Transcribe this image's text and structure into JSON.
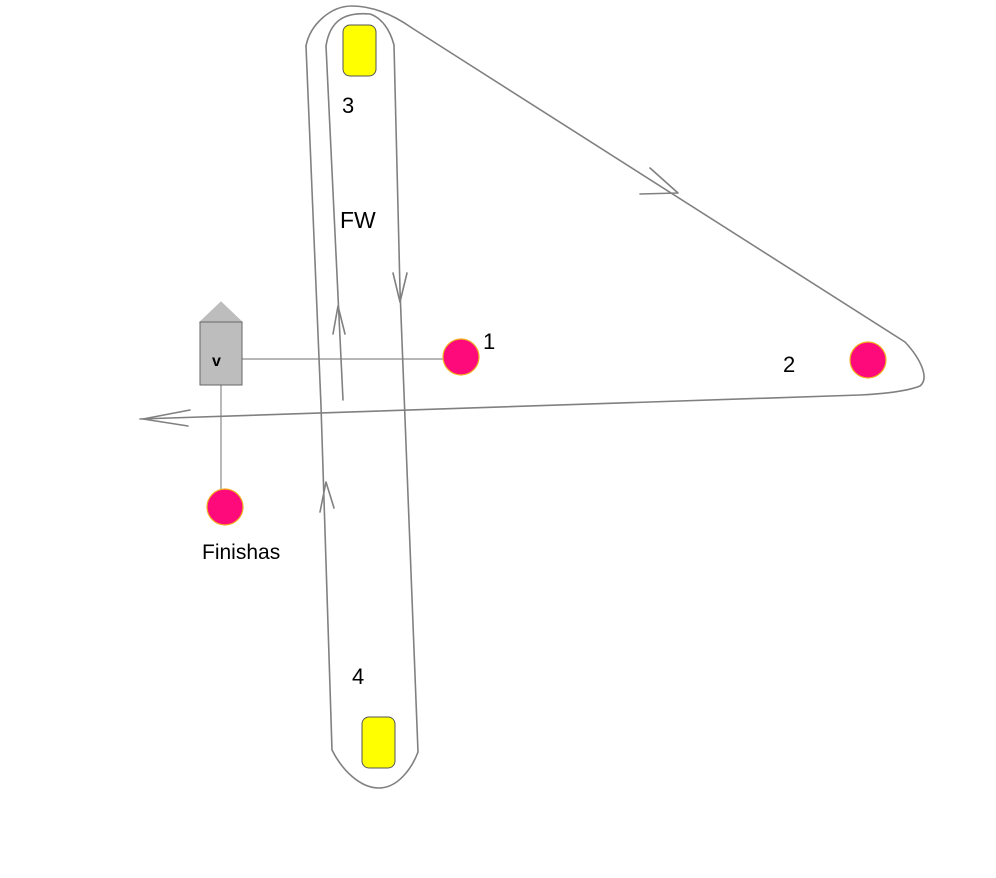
{
  "diagram": {
    "labels": {
      "mark_1": "1",
      "mark_2": "2",
      "mark_3": "3",
      "mark_4": "4",
      "finish": "Finishas",
      "fw": "FW",
      "boat": "v"
    },
    "colors": {
      "rounding_mark": "#ff0a7a",
      "rounding_mark_outline": "#f0b020",
      "gate_mark": "#ffff00",
      "course_line": "#808080",
      "committee_boat": "#bdbdbd"
    },
    "icons": {
      "committee_boat": "committee-boat-icon",
      "round_mark": "circle-buoy-icon",
      "gate_mark": "rounded-rectangle-buoy-icon",
      "direction": "arrowhead-icon"
    }
  }
}
